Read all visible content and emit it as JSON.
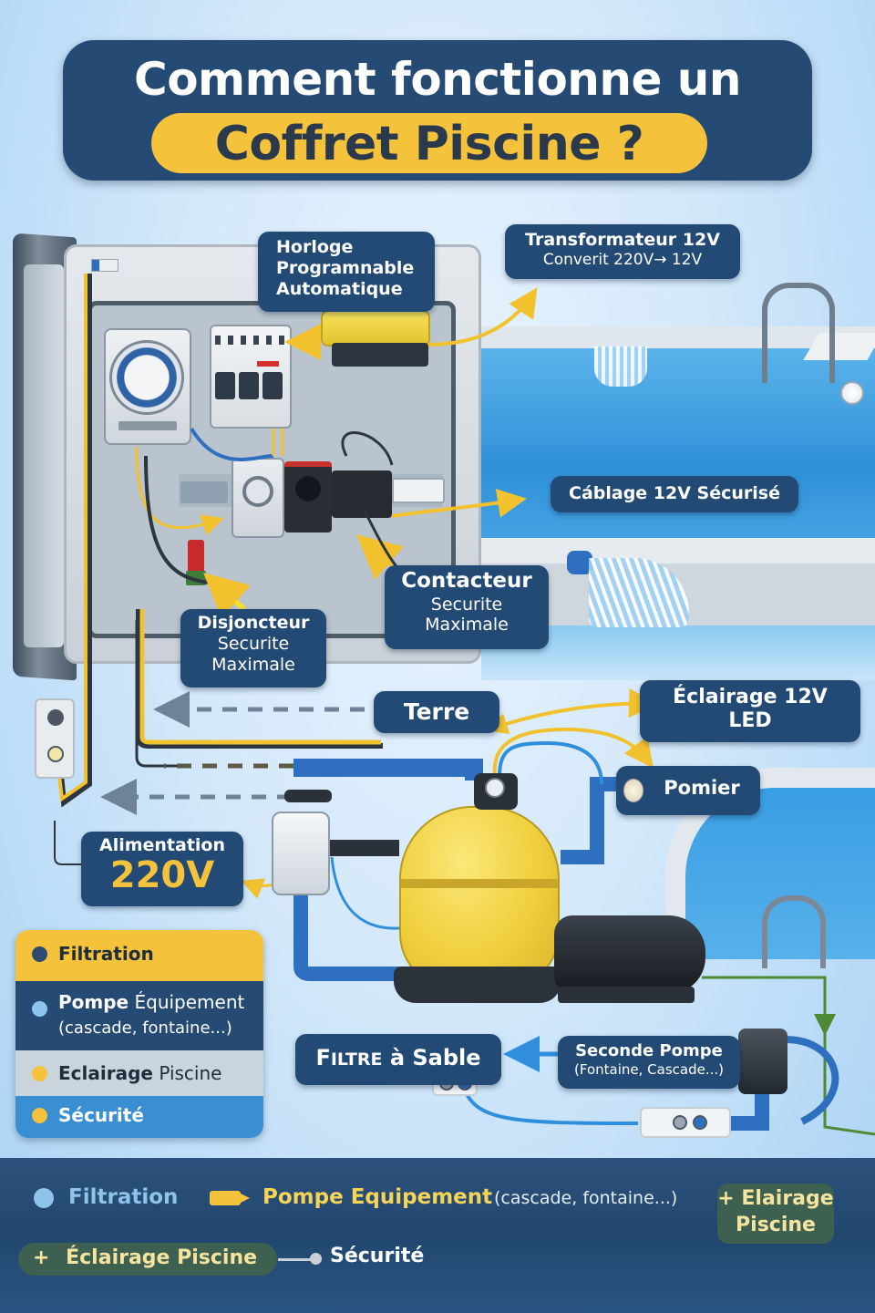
{
  "title": {
    "line1": "Comment fonctionne un",
    "line2": "Coffret Piscine ?"
  },
  "colors": {
    "navy": "#254a74",
    "yellow_accent": "#f5c33b",
    "pool_blue": "#2f90d8",
    "arrow_yellow": "#f2c12e",
    "arrow_blue": "#2f8fdc",
    "ground_green": "#4d8a34"
  },
  "labels": {
    "horloge": {
      "line1": "Horloge",
      "line2": "Programnable",
      "line3": "Automatique"
    },
    "transformateur": {
      "title": "Transformateur 12V",
      "subtitle": "Converit 220V→ 12V"
    },
    "cablage": {
      "text": "Cáblage 12V Sécurisé"
    },
    "contacteur": {
      "title": "Contacteur",
      "line2": "Securite",
      "line3": "Maximale"
    },
    "disjoncteur": {
      "title": "Disjoncteur",
      "line2": "Securite",
      "line3": "Maximale"
    },
    "terre": {
      "text": "Terre"
    },
    "eclairage_led": {
      "line1": "Éclairage 12V",
      "line2": "LED"
    },
    "pomier": {
      "text": "Pomier"
    },
    "alimentation": {
      "title": "Alimentation",
      "value": "220V"
    },
    "filtre": {
      "first": "F",
      "caps": "ILTRE",
      "rest": " à Sable"
    },
    "seconde_pompe": {
      "title": "Seconde Pompe",
      "subtitle": "(Fontaine, Cascade...)"
    }
  },
  "legend": {
    "items": [
      {
        "bold": "Filtration",
        "normal": "",
        "bg": "#f5c33b",
        "dot": "#2e4a70",
        "text_color": "#1f2d3d"
      },
      {
        "bold": "Pompe",
        "normal": " Équipement",
        "line2": "(cascade, fontaine...)",
        "bg": "#254a74",
        "dot": "#8cc6ee",
        "text_color": "#ffffff"
      },
      {
        "bold": "Eclairage",
        "normal": " Piscine",
        "bg": "#c9d4dd",
        "dot": "#f5c33b",
        "text_color": "#1f2d3d"
      },
      {
        "bold": "Sécurité",
        "normal": "",
        "bg": "#3a8fd2",
        "dot": "#f5c33b",
        "text_color": "#ffffff"
      }
    ]
  },
  "bottom_legend": {
    "filtration": "Filtration",
    "pompe_bold": "Pompe Equipement",
    "pompe_normal": " (cascade, fontaine...)",
    "elairage_line1": "+ Elairage",
    "elairage_line2": "Piscine",
    "eclairage_pill_plus": "+",
    "eclairage_pill": "Éclairage Piscine",
    "securite": "Sécurité"
  }
}
